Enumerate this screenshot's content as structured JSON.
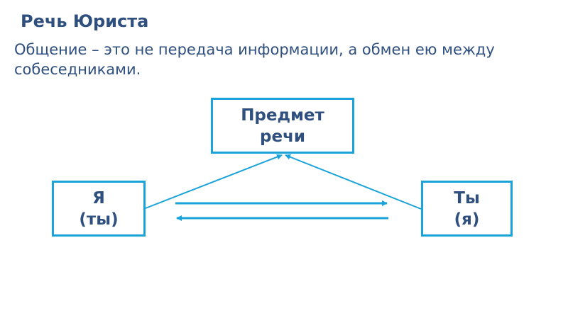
{
  "slide": {
    "title": "Речь Юриста",
    "subtitle": "Общение – это не передача информации, а обмен ею между собеседниками."
  },
  "diagram": {
    "subject": {
      "line1": "Предмет",
      "line2": "речи"
    },
    "me": {
      "line1": "Я",
      "line2": "(ты)"
    },
    "you": {
      "line1": "Ты",
      "line2": "(я)"
    }
  },
  "colors": {
    "text": "#2f4f7f",
    "accent": "#1aa3d9"
  }
}
